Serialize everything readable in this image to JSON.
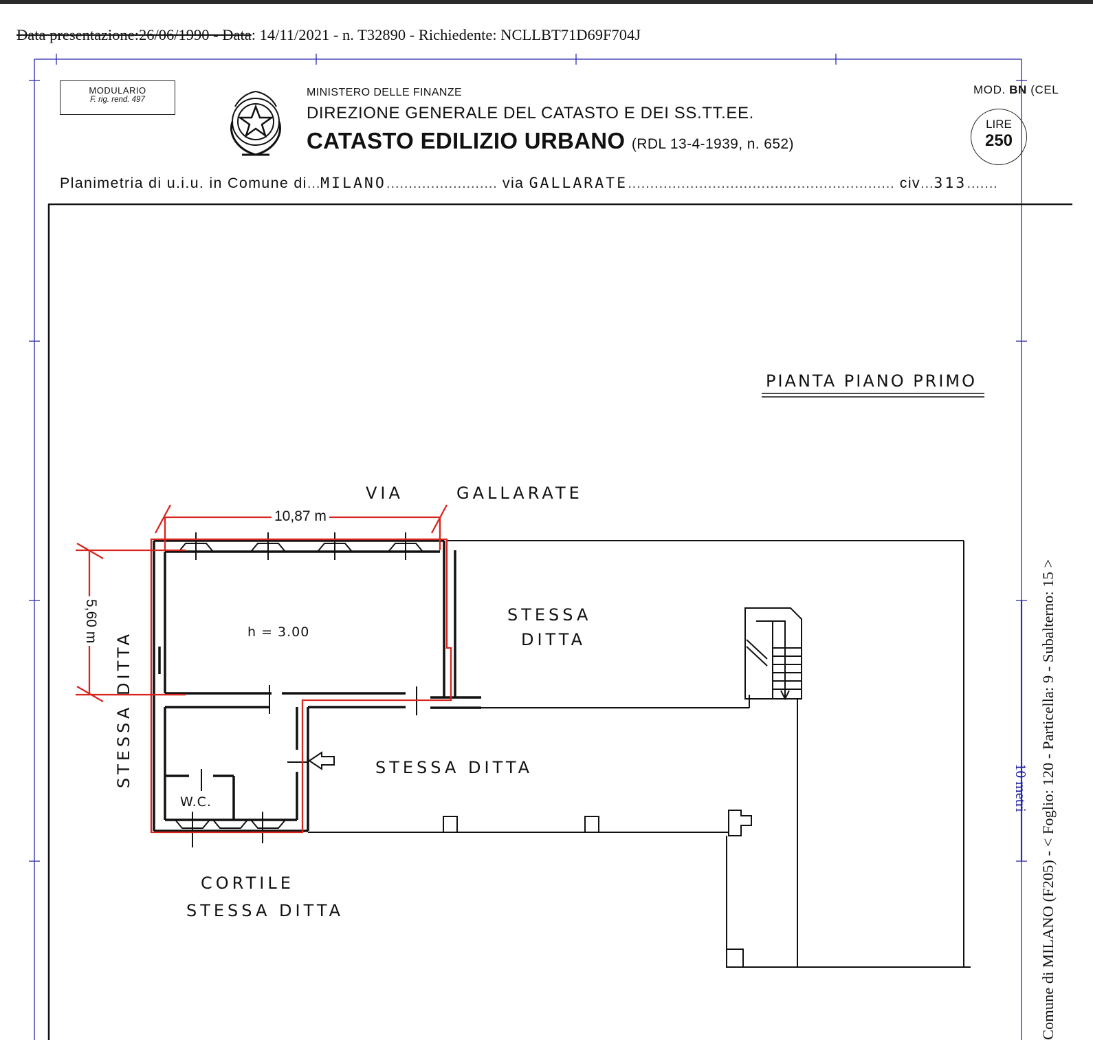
{
  "meta": {
    "struck_prefix": "Data presentazione:26/06/1990 - Data",
    "rest": ": 14/11/2021 - n. T32890 - Richiedente: NCLLBT71D69F704J"
  },
  "modulario": {
    "line1": "MODULARIO",
    "line2": "F. rig. rend. 497"
  },
  "header": {
    "ministry": "MINISTERO DELLE FINANZE",
    "direzione": "DIREZIONE GENERALE DEL CATASTO E DEI SS.TT.EE.",
    "catasto": "CATASTO EDILIZIO URBANO",
    "rdl": "(RDL 13-4-1939, n. 652)",
    "mod_prefix": "MOD.",
    "mod_bold": "BN",
    "mod_suffix": "(CEL",
    "lire_label": "LIRE",
    "lire_value": "250"
  },
  "planimetria": {
    "prefix": "Planimetria di u.i.u. in Comune di",
    "comune": "MILANO",
    "via_label": "via",
    "via": "GALLARATE",
    "civ_label": "civ",
    "civ": "313"
  },
  "plan": {
    "title": "PIANTA PIANO PRIMO",
    "street_label_1": "VIA",
    "street_label_2": "GALLARATE",
    "width_dim": "10,87 m",
    "depth_dim": "5,60 m",
    "height_note": "h = 3.00",
    "wc": "W.C.",
    "stessa_ditta_left": "STESSA DITTA",
    "stessa_top_1": "STESSA",
    "stessa_top_2": "DITTA",
    "stessa_center": "STESSA DITTA",
    "cortile_1": "CORTILE",
    "cortile_2": "STESSA DITTA"
  },
  "side": {
    "reference": "Comune di MILANO (F205) - < Foglio: 120 - Particella: 9 - Subalterno: 15 >",
    "scale": "10 metri"
  },
  "colors": {
    "measure_red": "#d8251f",
    "frame_blue": "#2a2ab0"
  }
}
